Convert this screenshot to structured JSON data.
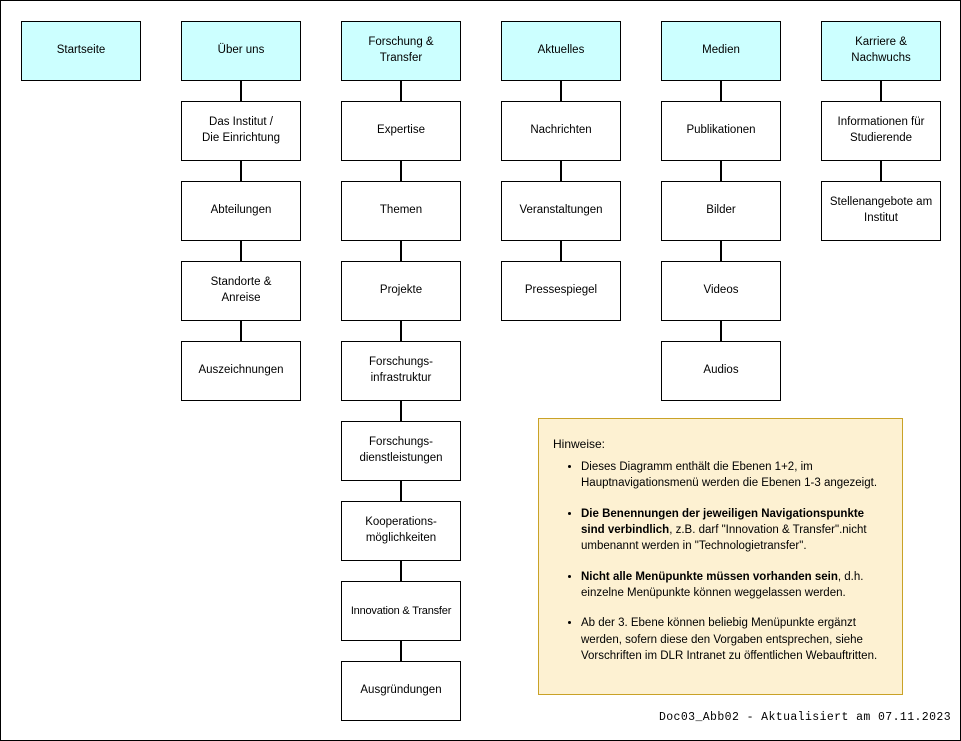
{
  "diagram": {
    "title_footer": "Doc03_Abb02 - Aktualisiert am 07.11.2023",
    "colors": {
      "level1_fill": "#ccffff",
      "level2_fill": "#ffffff",
      "border": "#000000",
      "notes_fill": "#fdf1d2",
      "notes_border": "#c9a227"
    },
    "columns": [
      {
        "root": "Startseite",
        "children": []
      },
      {
        "root": "Über uns",
        "children": [
          "Das Institut /\nDie Einrichtung",
          "Abteilungen",
          "Standorte &\nAnreise",
          "Auszeichnungen"
        ]
      },
      {
        "root": "Forschung &\nTransfer",
        "children": [
          "Expertise",
          "Themen",
          "Projekte",
          "Forschungs-\ninfrastruktur",
          "Forschungs-\ndienstleistungen",
          "Kooperations-\nmöglichkeiten",
          "Innovation & Transfer",
          "Ausgründungen"
        ]
      },
      {
        "root": "Aktuelles",
        "children": [
          "Nachrichten",
          "Veranstaltungen",
          "Pressespiegel"
        ]
      },
      {
        "root": "Medien",
        "children": [
          "Publikationen",
          "Bilder",
          "Videos",
          "Audios"
        ]
      },
      {
        "root": "Karriere &\nNachwuchs",
        "children": [
          "Informationen für\nStudierende",
          "Stellenangebote am\nInstitut"
        ]
      }
    ]
  },
  "notes": {
    "title": "Hinweise:",
    "items": [
      {
        "bold": "",
        "rest": "Dieses Diagramm enthält die Ebenen 1+2, im Hauptnavigationsmenü werden die Ebenen 1-3 angezeigt."
      },
      {
        "bold": "Die Benennungen der jeweiligen Navigationspunkte sind verbindlich",
        "rest": ", z.B. darf \"Innovation & Transfer\".nicht umbenannt werden in \"Technologietransfer\"."
      },
      {
        "bold": "Nicht alle Menüpunkte müssen vorhanden sein",
        "rest": ", d.h. einzelne Menüpunkte können weggelassen werden."
      },
      {
        "bold": "",
        "rest": "Ab der 3. Ebene können beliebig Menüpunkte ergänzt werden, sofern diese den Vorgaben entsprechen, siehe Vorschriften im DLR Intranet zu öffentlichen Webauftritten."
      }
    ]
  }
}
